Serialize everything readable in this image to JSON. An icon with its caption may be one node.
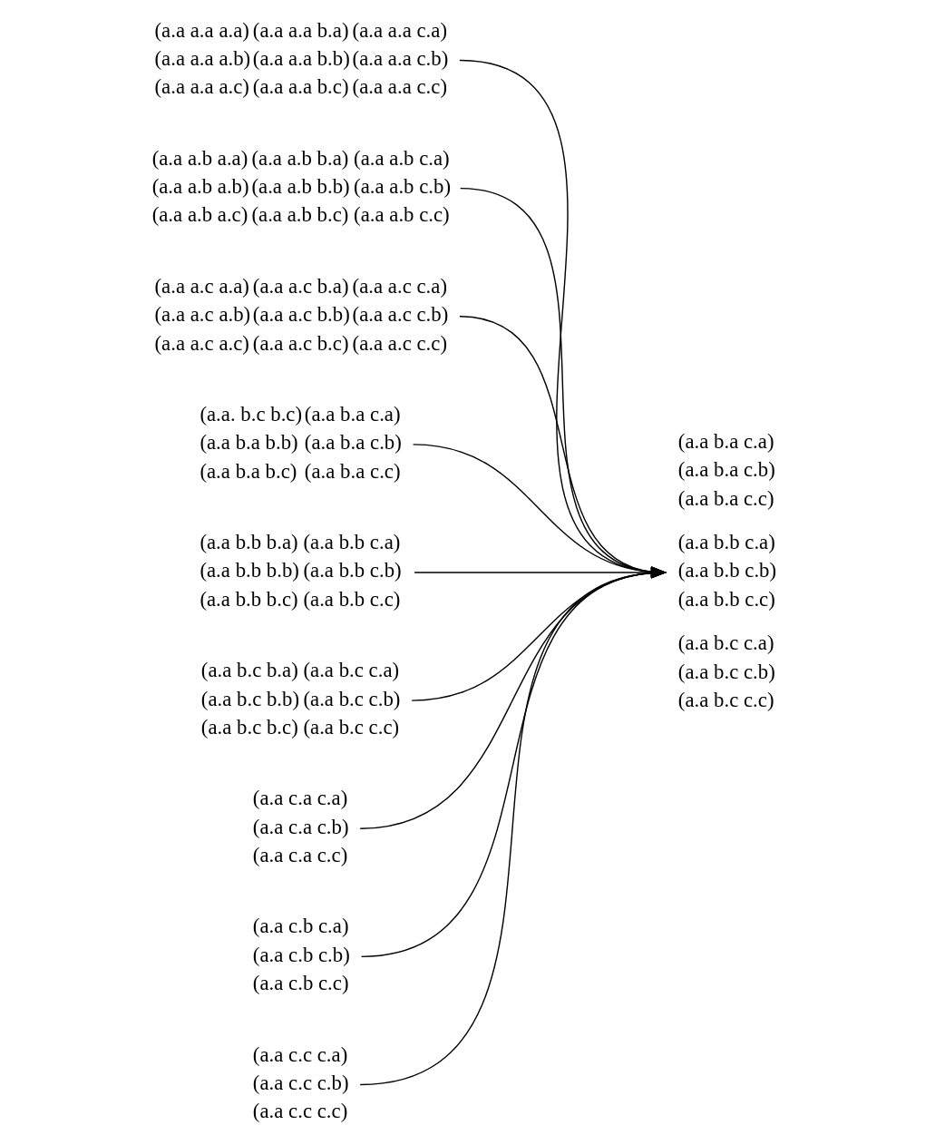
{
  "diagram": {
    "nodes": [
      {
        "text": [
          "(a.a a.a a.a)",
          "(a.a a.a b.a)",
          "(a.a a.a c.a)",
          "(a.a a.a a.b)",
          "(a.a a.a b.b)",
          "(a.a a.a c.b)",
          "(a.a a.a a.c)",
          "(a.a a.a b.c)",
          "(a.a a.a c.c)"
        ]
      },
      {
        "text": [
          "(a.a a.b a.a)",
          "(a.a a.b b.a)",
          "(a.a a.b c.a)",
          "(a.a a.b a.b)",
          "(a.a a.b b.b)",
          "(a.a a.b c.b)",
          "(a.a a.b a.c)",
          "(a.a a.b b.c)",
          "(a.a a.b c.c)"
        ]
      },
      {
        "text": [
          "(a.a a.c a.a)",
          "(a.a a.c b.a)",
          "(a.a a.c c.a)",
          "(a.a a.c a.b)",
          "(a.a a.c b.b)",
          "(a.a a.c c.b)",
          "(a.a a.c a.c)",
          "(a.a a.c b.c)",
          "(a.a a.c c.c)"
        ]
      },
      {
        "text": [
          "(a.a. b.c b.c)",
          "(a.a b.a c.a)",
          "(a.a b.a b.b)",
          "(a.a b.a c.b)",
          "(a.a b.a b.c)",
          "(a.a b.a c.c)"
        ]
      },
      {
        "text": [
          "(a.a b.b b.a)",
          "(a.a b.b c.a)",
          "(a.a b.b b.b)",
          "(a.a b.b c.b)",
          "(a.a b.b b.c)",
          "(a.a b.b c.c)"
        ]
      },
      {
        "text": [
          "(a.a b.c b.a)",
          "(a.a b.c c.a)",
          "(a.a b.c b.b)",
          "(a.a b.c c.b)",
          "(a.a b.c b.c)",
          "(a.a b.c c.c)"
        ]
      },
      {
        "text": [
          "(a.a c.a c.a)",
          "(a.a c.a c.b)",
          "(a.a c.a c.c)"
        ]
      },
      {
        "text": [
          "(a.a c.b c.a)",
          "(a.a c.b c.b)",
          "(a.a c.b c.c)"
        ]
      },
      {
        "text": [
          "(a.a c.c c.a)",
          "(a.a c.c c.b)",
          "(a.a c.c c.c)"
        ]
      },
      {
        "text": [
          "(a.a b.a c.a)",
          "(a.a b.a c.b)",
          "(a.a b.a c.c)",
          "(a.a b.b c.a)",
          "(a.a b.b c.b)",
          "(a.a b.b c.c)",
          "(a.a b.c c.a)",
          "(a.a b.c c.b)",
          "(a.a b.c c.c)"
        ]
      }
    ],
    "edges": [
      {
        "from": 0,
        "to": 9,
        "arrow": "to"
      },
      {
        "from": 1,
        "to": 9,
        "arrow": "to"
      },
      {
        "from": 2,
        "to": 9,
        "arrow": "to"
      },
      {
        "from": 3,
        "to": 9,
        "arrow": "to"
      },
      {
        "from": 4,
        "to": 9,
        "arrow": "to"
      },
      {
        "from": 5,
        "to": 9,
        "arrow": "to"
      },
      {
        "from": 6,
        "to": 9,
        "arrow": "to"
      },
      {
        "from": 7,
        "to": 9,
        "arrow": "to"
      },
      {
        "from": 8,
        "to": 9,
        "arrow": "to"
      }
    ]
  }
}
